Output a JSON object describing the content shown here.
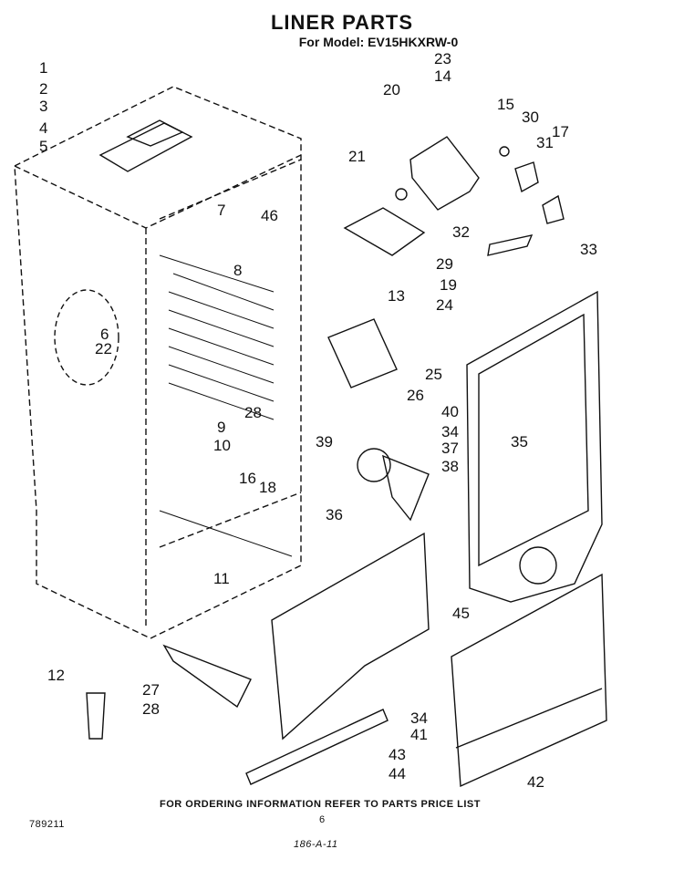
{
  "header": {
    "title": "LINER PARTS",
    "model_line": "For Model: EV15HKXRW-0"
  },
  "footer": {
    "ordering_note": "FOR ORDERING INFORMATION REFER TO PARTS PRICE LIST",
    "page_number": "6",
    "doc_code": "789211",
    "handwritten_note": "186-A-11"
  },
  "callouts": [
    "1",
    "2",
    "3",
    "4",
    "5",
    "6",
    "22",
    "7",
    "46",
    "8",
    "28",
    "9",
    "10",
    "16",
    "18",
    "11",
    "12",
    "27",
    "28",
    "23",
    "14",
    "20",
    "15",
    "30",
    "31",
    "17",
    "21",
    "32",
    "13",
    "29",
    "19",
    "24",
    "33",
    "25",
    "26",
    "40",
    "39",
    "34",
    "37",
    "38",
    "35",
    "36",
    "45",
    "34",
    "41",
    "43",
    "44",
    "42"
  ]
}
